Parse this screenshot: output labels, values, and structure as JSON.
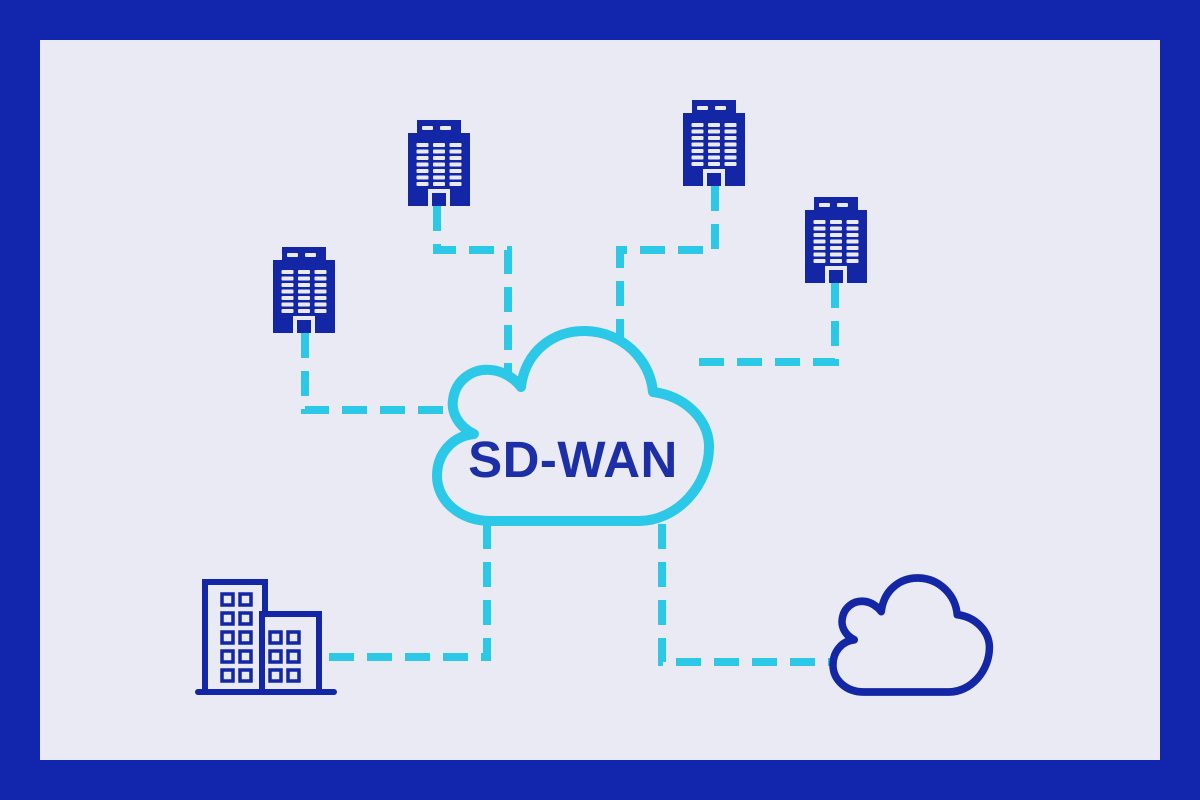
{
  "diagram": {
    "title": "SD-WAN",
    "hub": {
      "label": "SD-WAN",
      "icon": "cloud-icon"
    },
    "branches": [
      {
        "id": "branch-1",
        "icon": "office-building-icon",
        "position": "mid-left"
      },
      {
        "id": "branch-2",
        "icon": "office-building-icon",
        "position": "top-left"
      },
      {
        "id": "branch-3",
        "icon": "office-building-icon",
        "position": "top-right"
      },
      {
        "id": "branch-4",
        "icon": "office-building-icon",
        "position": "mid-right"
      }
    ],
    "sites": [
      {
        "id": "headquarters",
        "icon": "city-buildings-icon",
        "position": "bottom-left"
      },
      {
        "id": "remote-cloud",
        "icon": "cloud-outline-icon",
        "position": "bottom-right"
      }
    ],
    "connections": [
      {
        "from": "branch-1",
        "to": "sd-wan-hub",
        "style": "dashed"
      },
      {
        "from": "branch-2",
        "to": "sd-wan-hub",
        "style": "dashed"
      },
      {
        "from": "branch-3",
        "to": "sd-wan-hub",
        "style": "dashed"
      },
      {
        "from": "branch-4",
        "to": "sd-wan-hub",
        "style": "dashed"
      },
      {
        "from": "headquarters",
        "to": "sd-wan-hub",
        "style": "dashed"
      },
      {
        "from": "remote-cloud",
        "to": "sd-wan-hub",
        "style": "dashed"
      }
    ]
  },
  "colors": {
    "frame": "#1226ad",
    "canvas": "#e9eaf4",
    "navy": "#1327a6",
    "cyan": "#2bc8e8",
    "label": "#1d2fa6"
  }
}
